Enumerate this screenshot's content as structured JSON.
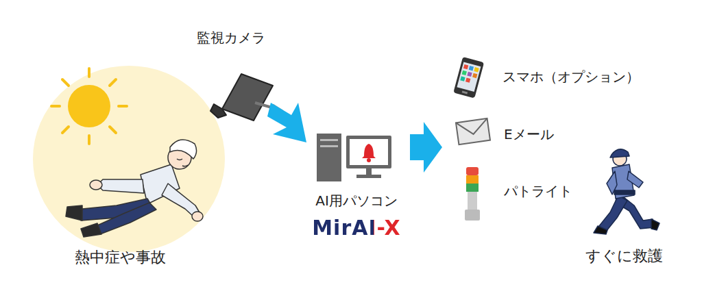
{
  "diagram": {
    "labels": [
      "監視カメラ",
      "熱中症や事故",
      "AI用パソコン",
      "MirAI-X",
      "スマホ（オプション）",
      "Eメール",
      "パトライト",
      "すぐに救護"
    ]
  }
}
